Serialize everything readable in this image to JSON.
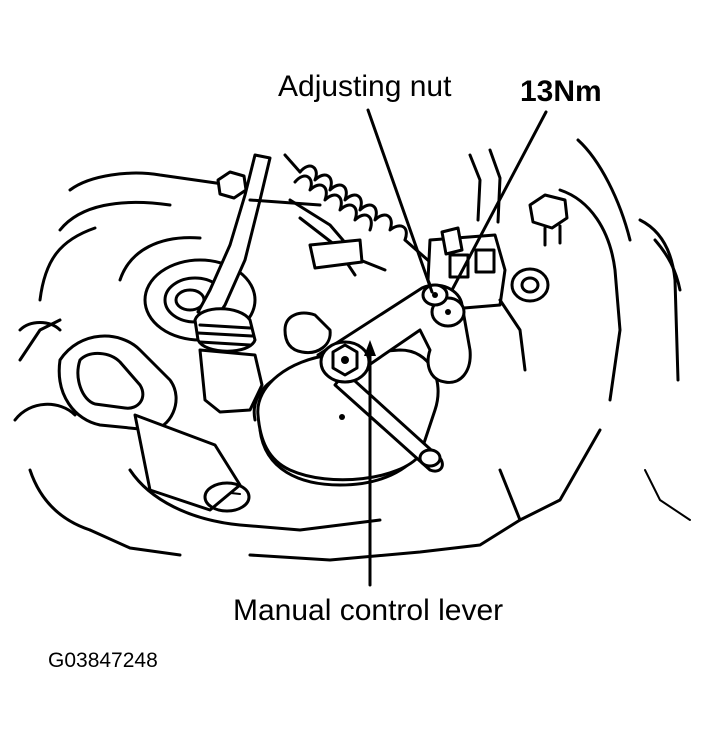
{
  "labels": {
    "adjusting_nut": "Adjusting nut",
    "torque": "13Nm",
    "manual_control_lever": "Manual control  lever",
    "figure_code": "G03847248"
  },
  "colors": {
    "ink": "#000000",
    "paper": "#ffffff"
  }
}
